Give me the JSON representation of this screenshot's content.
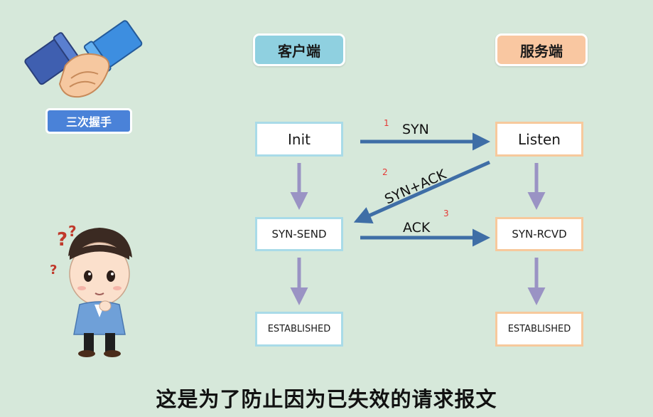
{
  "headers": {
    "client": "客户端",
    "server": "服务端"
  },
  "badge": "三次握手",
  "client_states": [
    "Init",
    "SYN-SEND",
    "ESTABLISHED"
  ],
  "server_states": [
    "Listen",
    "SYN-RCVD",
    "ESTABLISHED"
  ],
  "messages": [
    {
      "step": "1",
      "label": "SYN"
    },
    {
      "step": "2",
      "label": "SYN+ACK"
    },
    {
      "step": "3",
      "label": "ACK"
    }
  ],
  "subtitle": "这是为了防止因为已失效的请求报文",
  "colors": {
    "background": "#d6e8da",
    "client_accent": "#8fd0e0",
    "server_accent": "#f9c7a1",
    "message_arrow": "#3f6ea6",
    "state_arrow": "#9a93c4",
    "badge": "#4a82d8",
    "step_number": "#e53935"
  },
  "icons": [
    "handshake-icon",
    "thinking-man-illustration"
  ]
}
